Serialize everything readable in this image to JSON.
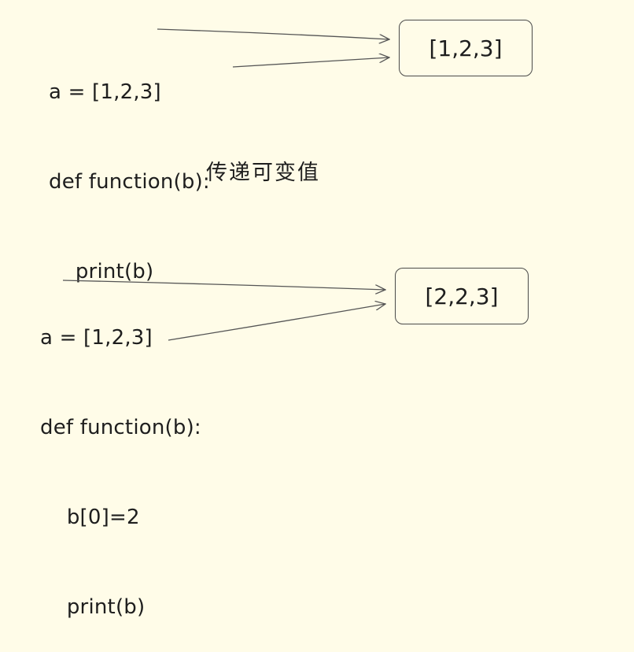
{
  "top_example": {
    "code_lines": [
      "a = [1,2,3]",
      "def function(b):",
      "    print(b)"
    ],
    "value_box": "[1,2,3]"
  },
  "caption": "传递可变值",
  "bottom_example": {
    "code_lines": [
      "a = [1,2,3]",
      "def function(b):",
      "    b[0]=2",
      "    print(b)"
    ],
    "value_box": "[2,2,3]"
  },
  "colors": {
    "background": "#fffce8",
    "ink": "#1e1e1e",
    "arrow": "#555555"
  }
}
